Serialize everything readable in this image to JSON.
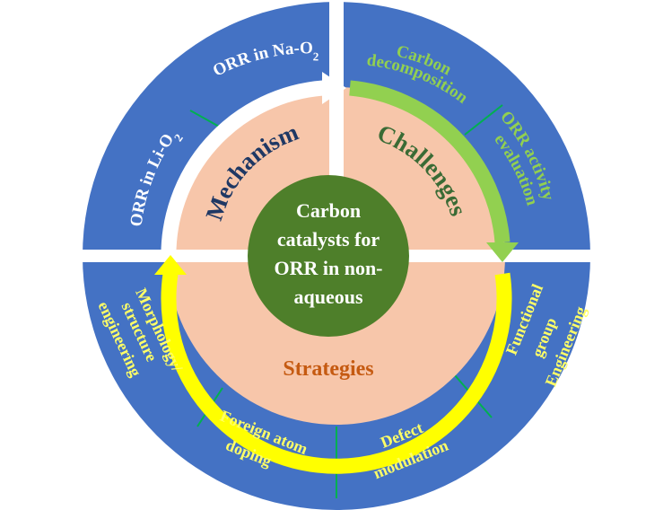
{
  "center": {
    "lines": [
      "Carbon",
      "catalysts for",
      "ORR in non-",
      "aqueous"
    ]
  },
  "quadrants": {
    "mechanism": "Mechanism",
    "challenges": "Challenges",
    "strategies": "Strategies"
  },
  "outer_ring": {
    "na_o2": {
      "text": "ORR in Na-O",
      "sub": "2"
    },
    "li_o2": {
      "text": "ORR in Li-O",
      "sub": "2"
    },
    "carbon_decomposition": [
      "Carbon",
      "decomposition"
    ],
    "orr_activity": [
      "ORR activity",
      "evaluation"
    ],
    "functional_group": [
      "Functional",
      "group",
      "Engineering"
    ],
    "defect_modulation": [
      "Defect",
      "modulation"
    ],
    "foreign_atom": [
      "Foreign atom",
      "doping"
    ],
    "morphology": [
      "Morphology/",
      "structure",
      "engineering"
    ]
  },
  "colors": {
    "outer_ring": "#4472c4",
    "inner_fill": "#f7c6aa",
    "center": "#4e7f2a",
    "mechanism_text": "#1f3864",
    "challenges_text": "#3a6b35",
    "strategies_text": "#c55a11",
    "challenge_labels": "#92d050",
    "strategy_labels": "#ffff66",
    "arrow_green": "#92d050",
    "arrow_yellow": "#ffff00",
    "arrow_white": "#ffffff",
    "divider": "#00b050"
  }
}
